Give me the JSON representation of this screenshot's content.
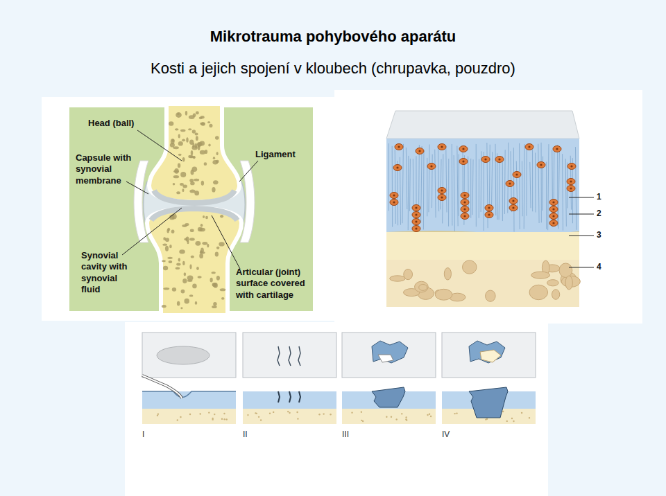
{
  "diagram": {
    "title": "Mikrotrauma pohybového aparátu",
    "caption": "Kosti a jejich spojení v kloubech (chrupavka, pouzdro)",
    "labels": [
      "Head (ball)",
      "Capsule with synovial membrane",
      "Ligament",
      "Synovial cavity with synovial fluid",
      "Articular (joint) surface covered with cartilage",
      "1",
      "2",
      "3",
      "4",
      "I",
      "II",
      "III",
      "IV"
    ]
  }
}
